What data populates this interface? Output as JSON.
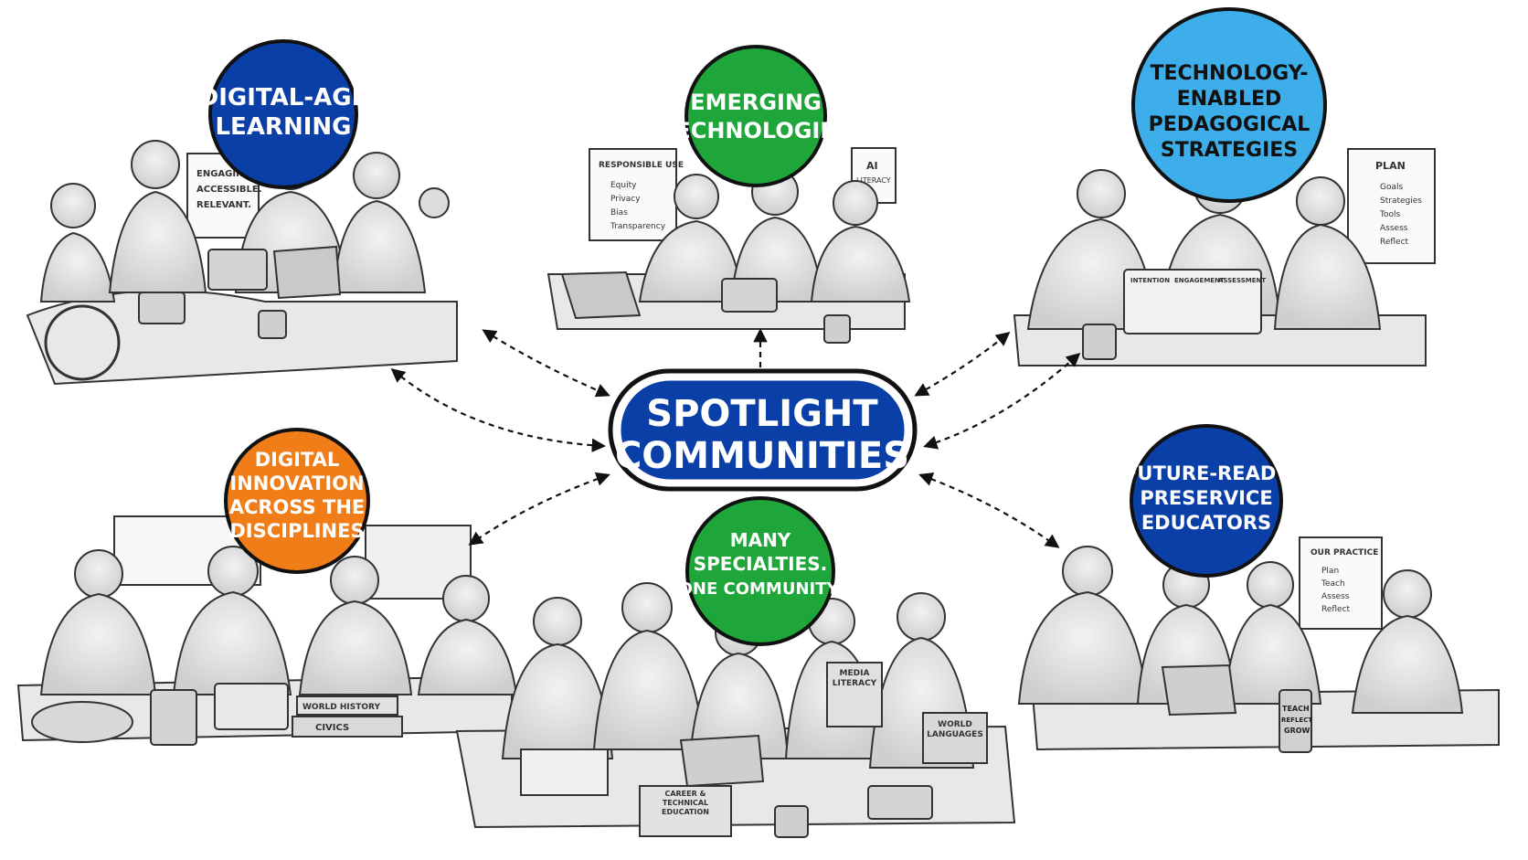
{
  "center": {
    "line1": "SPOTLIGHT",
    "line2": "COMMUNITIES"
  },
  "communities": [
    {
      "id": "digital-age-learning",
      "lines": [
        "DIGITAL-AGE",
        "LEARNING"
      ],
      "color": "#0b3fa8"
    },
    {
      "id": "emerging-technologies",
      "lines": [
        "EMERGING",
        "TECHNOLOGIES"
      ],
      "color": "#1fa63a"
    },
    {
      "id": "technology-enabled-pedagogical-strategies",
      "lines": [
        "TECHNOLOGY-",
        "ENABLED",
        "PEDAGOGICAL",
        "STRATEGIES"
      ],
      "color": "#3daee9"
    },
    {
      "id": "digital-innovation-across-the-disciplines",
      "lines": [
        "DIGITAL",
        "INNOVATION",
        "ACROSS THE",
        "DISCIPLINES"
      ],
      "color": "#f07d17"
    },
    {
      "id": "many-specialties-one-community",
      "lines": [
        "MANY",
        "SPECIALTIES.",
        "ONE COMMUNITY."
      ],
      "color": "#1fa63a"
    },
    {
      "id": "future-ready-preservice-educators",
      "lines": [
        "FUTURE-READY",
        "PRESERVICE",
        "EDUCATORS"
      ],
      "color": "#0b3fa8"
    }
  ],
  "scenes": {
    "digital_age": {
      "board": [
        "ENGAGING.",
        "ACCESSIBLE.",
        "RELEVANT."
      ]
    },
    "emerging": {
      "board_title": "RESPONSIBLE USE",
      "board_items": [
        "Equity",
        "Privacy",
        "Bias",
        "Transparency"
      ],
      "sign": [
        "AI",
        "LITERACY"
      ]
    },
    "pedagogical": {
      "plan_title": "PLAN",
      "plan_items": [
        "Goals",
        "Strategies",
        "Tools",
        "Assess",
        "Reflect"
      ],
      "laptop_tabs": [
        "INTENTION",
        "ENGAGEMENT",
        "ASSESSMENT"
      ]
    },
    "disciplines": {
      "books": [
        "WORLD HISTORY",
        "CIVICS"
      ]
    },
    "specialties": {
      "books": [
        "MEDIA LITERACY",
        "WORLD LANGUAGES",
        "CAREER & TECHNICAL EDUCATION"
      ]
    },
    "preservice": {
      "practice_title": "OUR PRACTICE",
      "practice_items": [
        "Plan",
        "Teach",
        "Assess",
        "Reflect"
      ],
      "cup": [
        "TEACH",
        "REFLECT",
        "GROW"
      ]
    }
  },
  "colors": {
    "center_fill": "#0b3fa8",
    "center_border": "#111111",
    "ink": "#222222"
  }
}
